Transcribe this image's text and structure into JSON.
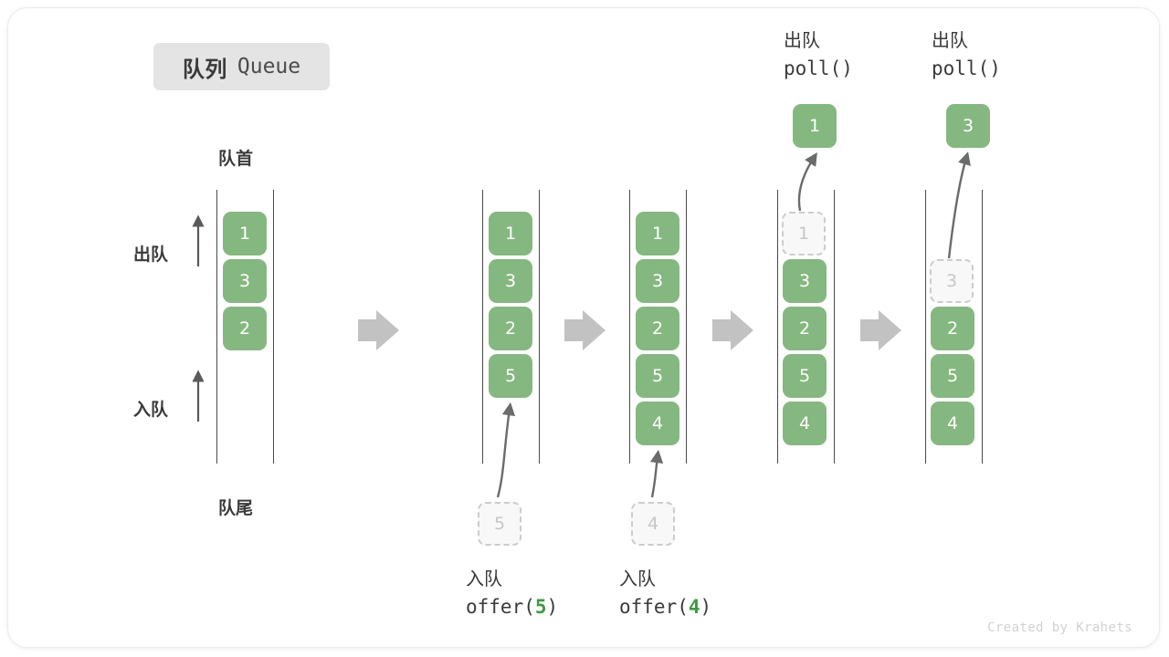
{
  "title": {
    "cn": "队列",
    "en": "Queue"
  },
  "labels": {
    "head": "队首",
    "tail": "队尾",
    "dequeue_side": "出队",
    "enqueue_side": "入队"
  },
  "credit": "Created by Krahets",
  "colors": {
    "element_green": "#85b880",
    "ghost_fill": "#f8f8f8",
    "ghost_border": "#cccccc",
    "rail": "#4a4a4a",
    "step_arrow": "#c2c2c2",
    "accent_code": "#3e9a44",
    "chip_bg": "#e4e4e4",
    "text": "#3a3a3a"
  },
  "columns": [
    {
      "name": "initial",
      "elements": [
        "1",
        "3",
        "2"
      ],
      "ghosts": [],
      "caption": null
    },
    {
      "name": "after-offer-5",
      "elements": [
        "1",
        "3",
        "2",
        "5"
      ],
      "ghosts": [],
      "caption": {
        "cn": "入队",
        "code_prefix": "offer(",
        "arg": "5",
        "code_suffix": ")"
      },
      "pending_value": "5"
    },
    {
      "name": "after-offer-4",
      "elements": [
        "1",
        "3",
        "2",
        "5",
        "4"
      ],
      "ghosts": [],
      "caption": {
        "cn": "入队",
        "code_prefix": "offer(",
        "arg": "4",
        "code_suffix": ")"
      },
      "pending_value": "4"
    },
    {
      "name": "after-poll-1",
      "elements": [
        "3",
        "2",
        "5",
        "4"
      ],
      "ghost_top": "1",
      "popped_value": "1",
      "top_caption": {
        "cn": "出队",
        "code": "poll()"
      }
    },
    {
      "name": "after-poll-3",
      "elements": [
        "2",
        "5",
        "4"
      ],
      "ghost_top": "3",
      "popped_value": "3",
      "top_caption": {
        "cn": "出队",
        "code": "poll()"
      }
    }
  ],
  "step_arrows": [
    {
      "name": "step-arrow-1"
    },
    {
      "name": "step-arrow-2"
    },
    {
      "name": "step-arrow-3"
    },
    {
      "name": "step-arrow-4"
    }
  ]
}
